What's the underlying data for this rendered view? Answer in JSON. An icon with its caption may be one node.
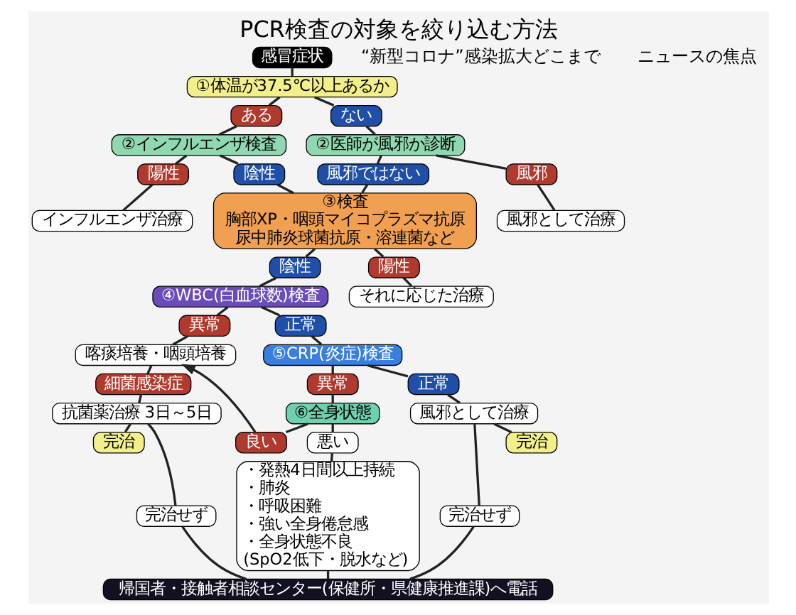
{
  "diagram": {
    "title": "PCR検査の対象を絞り込む方法",
    "nodes": [
      {
        "text": [
          "感冒症状"
        ]
      },
      {
        "text": [
          "①体温が37.5℃以上あるか"
        ]
      },
      {
        "text": [
          "ある"
        ]
      },
      {
        "text": [
          "ない"
        ]
      },
      {
        "text": [
          "②インフルエンザ検査"
        ]
      },
      {
        "text": [
          "陽性"
        ]
      },
      {
        "text": [
          "陰性"
        ]
      },
      {
        "text": [
          "インフルエンザ治療"
        ]
      },
      {
        "text": [
          "③検査",
          "胸部XP・咽頭マイコプラズマ抗原",
          "尿中肺炎球菌抗原・溶連菌など"
        ]
      },
      {
        "text": [
          "②医師が風邪か診断"
        ]
      },
      {
        "text": [
          "風邪ではない"
        ]
      },
      {
        "text": [
          "風邪"
        ]
      },
      {
        "text": [
          "風邪として治療"
        ]
      },
      {
        "text": [
          "陰性"
        ]
      },
      {
        "text": [
          "陽性"
        ]
      },
      {
        "text": [
          "それに応じた治療"
        ]
      },
      {
        "text": [
          "④WBC(白血球数)検査"
        ]
      },
      {
        "text": [
          "異常"
        ]
      },
      {
        "text": [
          "正常"
        ]
      },
      {
        "text": [
          "喀痰培養・咽頭培養"
        ]
      },
      {
        "text": [
          "⑤CRP(炎症)検査"
        ]
      },
      {
        "text": [
          "細菌感染症"
        ]
      },
      {
        "text": [
          "異常"
        ]
      },
      {
        "text": [
          "正常"
        ]
      },
      {
        "text": [
          "⑥全身状態"
        ]
      },
      {
        "text": [
          "良い"
        ]
      },
      {
        "text": [
          "悪い"
        ]
      },
      {
        "text": [
          "風邪として治療"
        ]
      },
      {
        "text": [
          "抗菌薬治療 3日～5日"
        ]
      },
      {
        "text": [
          "完治"
        ]
      },
      {
        "text": [
          "完治せず"
        ]
      },
      {
        "text": [
          "・発熱4日間以上持続",
          "・肺炎",
          "・呼吸困難",
          "・強い全身倦怠感",
          "・全身状態不良",
          "(SpO2低下・脱水など)"
        ]
      },
      {
        "text": [
          "完治せず"
        ]
      },
      {
        "text": [
          "完治"
        ]
      },
      {
        "text": [
          "帰国者・接触者相談センター(保健所・県健康推進課)へ電話"
        ]
      }
    ],
    "edges": [
      {
        "from": 0,
        "to": 1,
        "arrow": "none"
      },
      {
        "from": 1,
        "to": 2,
        "arrow": "none"
      },
      {
        "from": 1,
        "to": 3,
        "arrow": "none"
      },
      {
        "from": 2,
        "to": 4,
        "arrow": "none"
      },
      {
        "from": 4,
        "to": 5,
        "arrow": "none"
      },
      {
        "from": 4,
        "to": 6,
        "arrow": "none"
      },
      {
        "from": 5,
        "to": 7,
        "arrow": "none"
      },
      {
        "from": 6,
        "to": 8,
        "arrow": "none"
      },
      {
        "from": 3,
        "to": 9,
        "arrow": "none"
      },
      {
        "from": 9,
        "to": 10,
        "arrow": "none"
      },
      {
        "from": 9,
        "to": 11,
        "arrow": "none"
      },
      {
        "from": 11,
        "to": 12,
        "arrow": "none"
      },
      {
        "from": 10,
        "to": 8,
        "arrow": "none"
      },
      {
        "from": 8,
        "to": 13,
        "arrow": "none"
      },
      {
        "from": 8,
        "to": 14,
        "arrow": "none"
      },
      {
        "from": 14,
        "to": 15,
        "arrow": "none"
      },
      {
        "from": 13,
        "to": 16,
        "arrow": "none"
      },
      {
        "from": 16,
        "to": 17,
        "arrow": "none"
      },
      {
        "from": 16,
        "to": 18,
        "arrow": "none"
      },
      {
        "from": 17,
        "to": 19,
        "arrow": "none"
      },
      {
        "from": 18,
        "to": 20,
        "arrow": "none"
      },
      {
        "from": 19,
        "to": 21,
        "arrow": "none"
      },
      {
        "from": 21,
        "to": 28,
        "arrow": "none"
      },
      {
        "from": 20,
        "to": 22,
        "arrow": "none"
      },
      {
        "from": 20,
        "to": 23,
        "arrow": "none"
      },
      {
        "from": 22,
        "to": 24,
        "arrow": "none"
      },
      {
        "from": 24,
        "to": 25,
        "arrow": "none"
      },
      {
        "from": 25,
        "to": 19,
        "arrow": "to"
      },
      {
        "from": 24,
        "to": 26,
        "arrow": "none"
      },
      {
        "from": 26,
        "to": 31,
        "arrow": "none"
      },
      {
        "from": 23,
        "to": 27,
        "arrow": "none"
      },
      {
        "from": 27,
        "to": 32,
        "arrow": "none"
      },
      {
        "from": 27,
        "to": 33,
        "arrow": "none"
      },
      {
        "from": 28,
        "to": 29,
        "arrow": "none"
      },
      {
        "from": 28,
        "to": 30,
        "arrow": "none"
      },
      {
        "from": 30,
        "to": 34,
        "arrow": "none"
      },
      {
        "from": 31,
        "to": 34,
        "arrow": "none"
      },
      {
        "from": 32,
        "to": 34,
        "arrow": "none"
      }
    ],
    "labels": [
      "“新型コロナ”感染拡大どこまで",
      "ニュースの焦点"
    ]
  }
}
